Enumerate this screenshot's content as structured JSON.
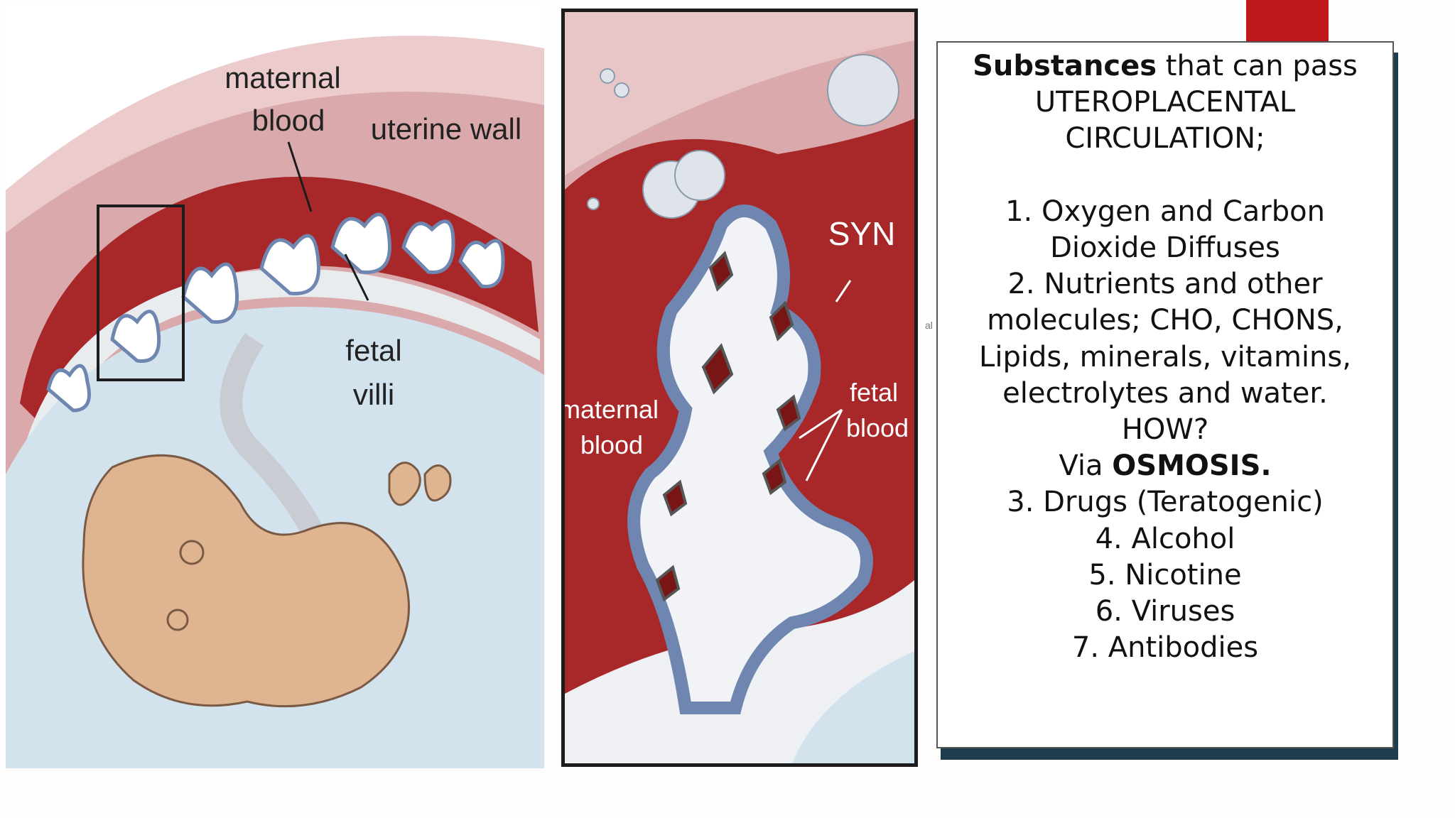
{
  "left_diagram": {
    "labels": {
      "maternal_blood_line1": "maternal",
      "maternal_blood_line2": "blood",
      "uterine_wall": "uterine wall",
      "fetal_villi_line1": "fetal",
      "fetal_villi_line2": "villi"
    }
  },
  "middle_diagram": {
    "labels": {
      "syn": "SYN",
      "maternal_blood_line1": "maternal",
      "maternal_blood_line2": "blood",
      "fetal_blood_line1": "fetal",
      "fetal_blood_line2": "blood"
    },
    "stray_text": "al"
  },
  "text_box": {
    "title_bold": "Substances",
    "title_rest": " that can pass",
    "title_line2": "UTEROPLACENTAL",
    "title_line3": "CIRCULATION;",
    "item1_line1": "1. Oxygen and Carbon",
    "item1_line2": "Dioxide Diffuses",
    "item2_line1": "2. Nutrients and other",
    "item2_line2": "molecules; CHO, CHONS,",
    "item2_line3": "Lipids, minerals, vitamins,",
    "item2_line4": "electrolytes and water.",
    "how": "HOW?",
    "via_prefix": "Via ",
    "via_bold": "OSMOSIS.",
    "item3": "3. Drugs (Teratogenic)",
    "item4": "4. Alcohol",
    "item5": "5. Nicotine",
    "item6": "6. Viruses",
    "item7": "7. Antibodies"
  },
  "colors": {
    "uterine_wall": "#e8c6c8",
    "maternal_blood": "#a8282a",
    "amniotic": "#d3e3ee",
    "fetus": "#dfb591",
    "villi_blue": "#6f86b0",
    "accent_red": "#c0171b",
    "shadow": "#1f3d4f"
  }
}
